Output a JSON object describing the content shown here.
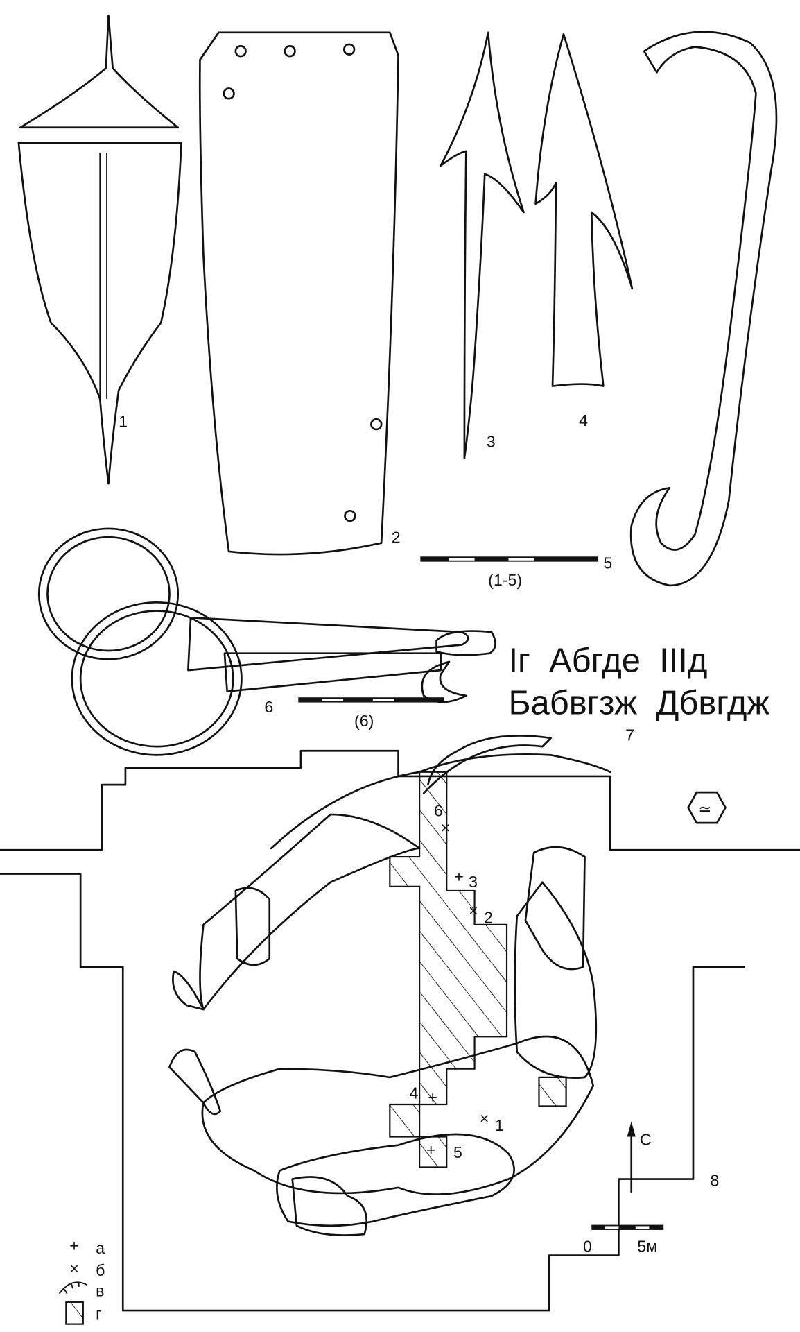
{
  "figure": {
    "item_labels": [
      "1",
      "2",
      "3",
      "4",
      "5",
      "6"
    ],
    "scale_labels": {
      "items_1_5": "(1-5)",
      "item_6": "(6)"
    },
    "inscription": {
      "line1": "Іг  Абгде  ІІІд",
      "line2": "Бабвгзж  Дбвгдж",
      "label": "7"
    },
    "plan": {
      "label": "8",
      "find_labels": [
        "1",
        "2",
        "3",
        "4",
        "5",
        "6"
      ],
      "north_label": "С",
      "scale": {
        "start": "0",
        "end": "5м"
      },
      "legend": [
        {
          "symbol": "+",
          "label": "а"
        },
        {
          "symbol": "×",
          "label": "б"
        },
        {
          "symbol": "pit-edge",
          "label": "в"
        },
        {
          "symbol": "hatched-square",
          "label": "г"
        }
      ],
      "emblem": "≃"
    }
  }
}
